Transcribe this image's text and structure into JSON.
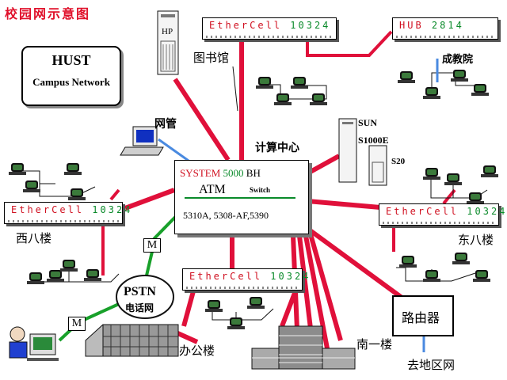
{
  "title": "校园网示意图",
  "hust": {
    "line1": "HUST",
    "line2": "Campus Network"
  },
  "atm_switch": {
    "product": "SYSTEM",
    "model": "5000",
    "suffix": "BH",
    "name": "ATM",
    "tag": "Switch",
    "ports": "5310A, 5308-AF,5390"
  },
  "hubs": {
    "library": {
      "prefix": "EtherCell",
      "number": "10324"
    },
    "west": {
      "prefix": "EtherCell",
      "number": "10324"
    },
    "east": {
      "prefix": "EtherCell",
      "number": "10324"
    },
    "office": {
      "prefix": "EtherCell",
      "number": "10324"
    },
    "adult": {
      "prefix": "HUB",
      "number": "2814"
    }
  },
  "labels": {
    "library": "图书馆",
    "adult_edu": "成教院",
    "netmgmt": "网管",
    "computing_center": "计算中心",
    "west8": "西八楼",
    "east8": "东八楼",
    "office_building": "办公楼",
    "south1": "南一楼",
    "router": "路由器",
    "region_net": "去地区网",
    "pstn1": "PSTN",
    "pstn2": "电话网",
    "modem": "M",
    "hp": "HP",
    "sun1": "SUN",
    "sun2": "S1000E",
    "sun3": "S20"
  },
  "colors": {
    "link_red": "#e0103a",
    "link_green": "#18a02a",
    "link_blue": "#4a8ae0",
    "text_red": "#d01020",
    "text_green": "#0a8a2a"
  }
}
